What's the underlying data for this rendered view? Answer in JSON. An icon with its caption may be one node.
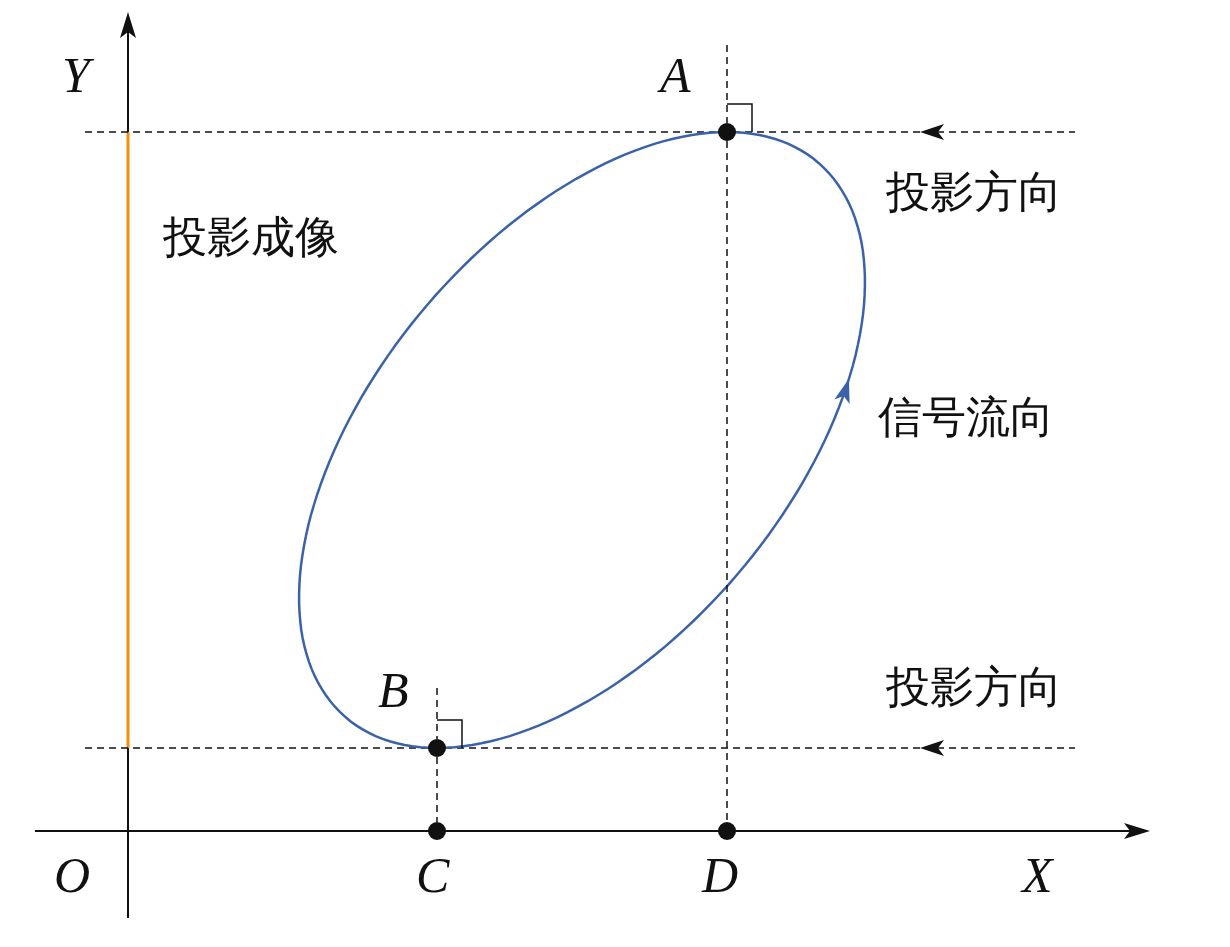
{
  "diagram": {
    "nodes": [
      {
        "text": [],
        "shape": "circle",
        "beside": [
          "A"
        ]
      },
      {
        "text": [],
        "shape": "circle",
        "beside": [
          "B"
        ]
      },
      {
        "text": [],
        "shape": "circle",
        "beside": [
          "C"
        ]
      },
      {
        "text": [],
        "shape": "circle",
        "beside": [
          "D"
        ]
      }
    ],
    "edges": [
      {
        "from": 0,
        "to": 3,
        "arrow": "none",
        "style": "dashed"
      },
      {
        "from": 1,
        "to": 2,
        "arrow": "none",
        "style": "dashed"
      }
    ],
    "labels": [
      "Y",
      "投影成像",
      "投影方向",
      "信号流向",
      "投影方向",
      "O",
      "X"
    ]
  }
}
